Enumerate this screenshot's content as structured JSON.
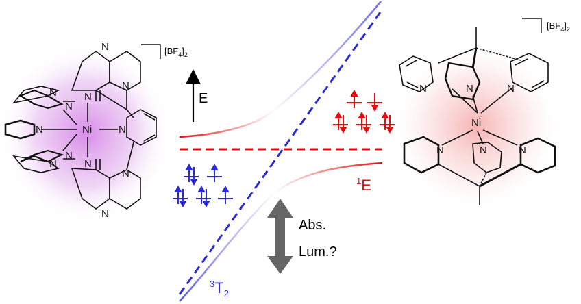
{
  "left_complex": {
    "counterion": "[BF",
    "counterion_sub": "4",
    "counterion_close": "]",
    "counterion_charge": "2",
    "metal": "Ni",
    "nitrogen": "N",
    "glow_color": "#cc66e0"
  },
  "right_complex": {
    "counterion": "[BF",
    "counterion_sub": "4",
    "counterion_close": "]",
    "counterion_charge": "2",
    "metal": "Ni",
    "nitrogen": "N",
    "glow_color": "#f08080"
  },
  "energy_axis_label": "E",
  "states": {
    "triplet_sup": "3",
    "triplet_main": "T",
    "triplet_sub": "2",
    "triplet_color": "#2a2ad8",
    "doublet_sup": "1",
    "doublet_main": "E",
    "doublet_color": "#e01010"
  },
  "transition_label_1": "Abs.",
  "transition_label_2": "Lum.?",
  "arrow_color": "#666666"
}
